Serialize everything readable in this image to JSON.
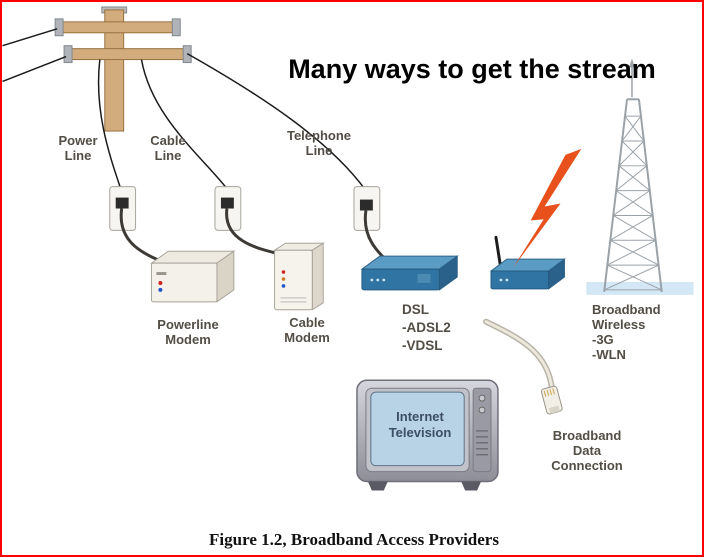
{
  "title": "Many ways to get the stream",
  "caption": "Figure 1.2, Broadband Access Providers",
  "labels": {
    "power_line": [
      "Power",
      "Line"
    ],
    "cable_line": [
      "Cable",
      "Line"
    ],
    "telephone_line": [
      "Telephone",
      "Line"
    ],
    "powerline_modem": [
      "Powerline",
      "Modem"
    ],
    "cable_modem": [
      "Cable",
      "Modem"
    ],
    "dsl": [
      "DSL",
      "-ADSL2",
      "-VDSL"
    ],
    "broadband_wireless": [
      "Broadband",
      "Wireless",
      "-3G",
      "-WLN"
    ],
    "internet_television": [
      "Internet",
      "Television"
    ],
    "broadband_data_connection": [
      "Broadband",
      "Data",
      "Connection"
    ]
  },
  "colors": {
    "border": "#ff0000",
    "pole_wood": "#d2ac7d",
    "device_blue": "#2f74a3",
    "lightning_orange": "#e8511b",
    "tv_screen_blue": "#b9d3e6",
    "label_text": "#524d45"
  }
}
